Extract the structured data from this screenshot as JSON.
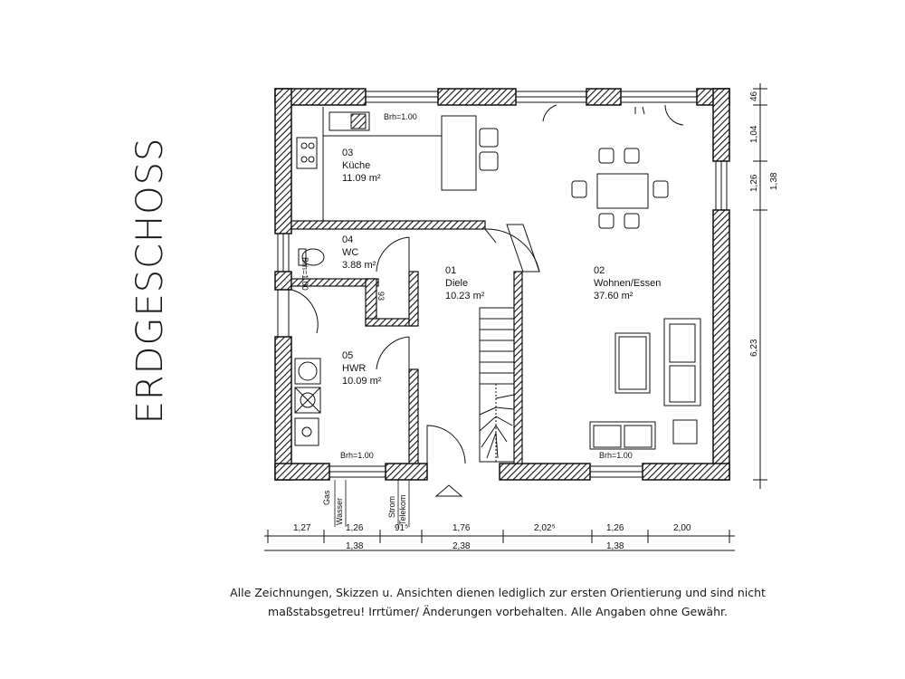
{
  "heading": "ERDGESCHOSS",
  "rooms": [
    {
      "number": "03",
      "name": "Küche",
      "area": "11.09 m²"
    },
    {
      "number": "04",
      "name": "WC",
      "area": "3.88 m²"
    },
    {
      "number": "01",
      "name": "Diele",
      "area": "10.23 m²"
    },
    {
      "number": "02",
      "name": "Wohnen/Essen",
      "area": "37.60 m²"
    },
    {
      "number": "05",
      "name": "HWR",
      "area": "10.09 m²"
    }
  ],
  "sill_labels": [
    "Brh=1.00",
    "Brh=1.00",
    "Brh=1.00",
    "Brh=1.00"
  ],
  "utility_labels": [
    "Gas",
    "Wasser",
    "Strom",
    "Telekom"
  ],
  "small_label": "93",
  "dimensions": {
    "bottom_row1": [
      "1,27",
      "1,26",
      "91⁵",
      "1,76",
      "2,02⁵",
      "1,26",
      "2,00"
    ],
    "bottom_row2": [
      "1,38",
      "2,38",
      "1,38"
    ],
    "right_col1": [
      "46",
      "1,04",
      "1,26",
      "6,23"
    ],
    "right_col2": [
      "1,38"
    ]
  },
  "disclaimer": {
    "line1": "Alle Zeichnungen, Skizzen u. Ansichten dienen lediglich zur ersten Orientierung und sind nicht",
    "line2": "maßstabsgetreu! Irrtümer/ Änderungen vorbehalten. Alle Angaben ohne Gewähr."
  }
}
